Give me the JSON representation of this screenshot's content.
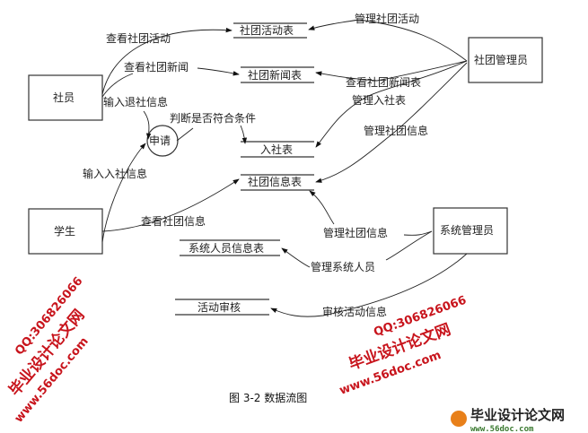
{
  "entities": {
    "member": "社员",
    "student": "学生",
    "club_admin": "社团管理员",
    "sys_admin": "系统管理员"
  },
  "process": {
    "apply": "申请"
  },
  "stores": {
    "activity": "社团活动表",
    "news": "社团新闻表",
    "join": "入社表",
    "info": "社团信息表",
    "staff": "系统人员信息表",
    "review": "活动审核"
  },
  "flows": {
    "view_activity": "查看社团活动",
    "view_news": "查看社团新闻",
    "quit_info": "输入退社信息",
    "check": "判断是否符合条件",
    "join_info": "输入入社信息",
    "view_info": "查看社团信息",
    "manage_activity": "管理社团活动",
    "view_news_table": "查看社团新闻表",
    "manage_join": "管理入社表",
    "manage_info": "管理社团信息",
    "manage_info2": "管理社团信息",
    "manage_staff": "管理系统人员",
    "review_info": "审核活动信息"
  },
  "caption": "图 3-2 数据流图",
  "watermark": {
    "site_cn": "毕业设计论文网",
    "url": "www.56doc.com",
    "qq": "QQ:306826066"
  },
  "logo": {
    "title": "毕业设计论文网",
    "url": "www.56doc.com"
  }
}
